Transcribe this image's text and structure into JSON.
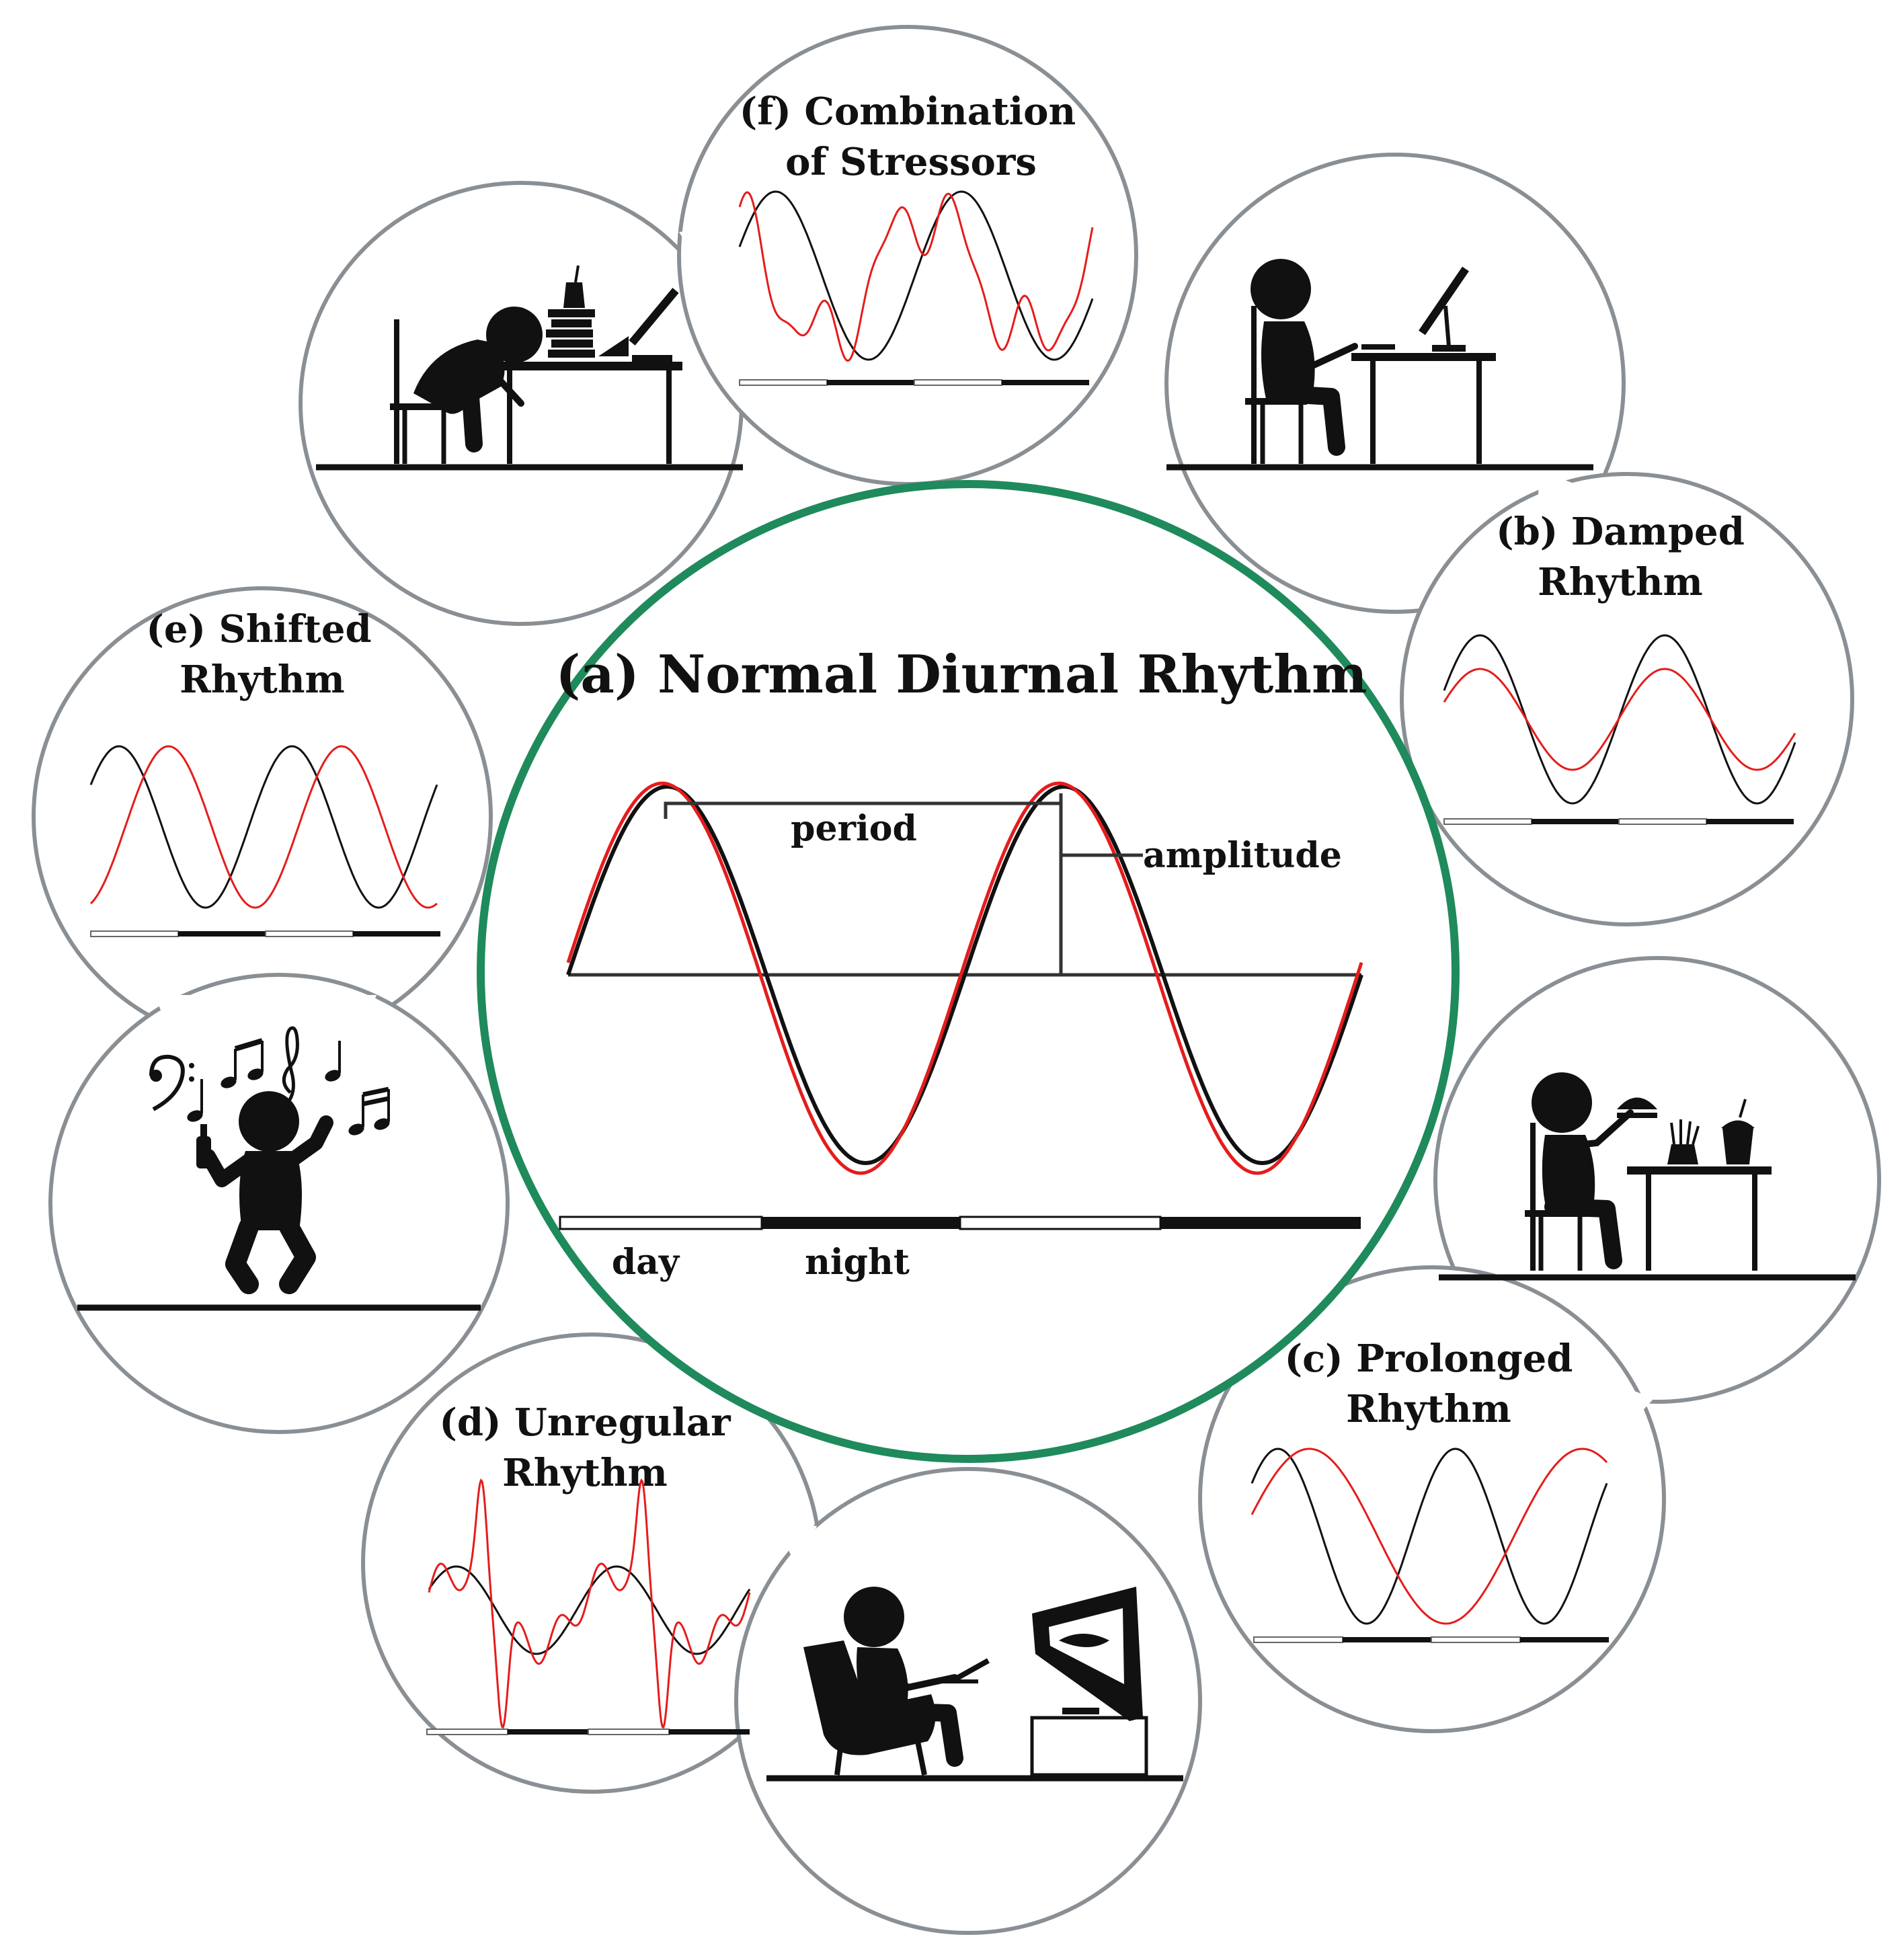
{
  "main": {
    "title": "(a) Normal Diurnal Rhythm",
    "period_label": "period",
    "amplitude_label": "amplitude",
    "day_label": "day",
    "night_label": "night"
  },
  "panels": {
    "b": {
      "title_line1": "(b) Damped",
      "title_line2": "Rhythm"
    },
    "c": {
      "title_line1": "(c) Prolonged",
      "title_line2": "Rhythm"
    },
    "d": {
      "title_line1": "(d) Unregular",
      "title_line2": "Rhythm"
    },
    "e": {
      "title_line1": "(e) Shifted",
      "title_line2": "Rhythm"
    },
    "f": {
      "title_line1": "(f) Combination",
      "title_line2": "of Stressors"
    }
  },
  "colors": {
    "main_circle": "#1f8a5b",
    "reference_rhythm": "#111111",
    "disrupted_rhythm": "#e51c1c",
    "bubble_outline": "#8a8f94"
  },
  "icons": [
    "student-sleeping-at-desk-icon",
    "person-at-computer-icon",
    "person-eating-icon",
    "person-watching-tv-icon",
    "person-dancing-icon",
    "music-notes-icon"
  ]
}
